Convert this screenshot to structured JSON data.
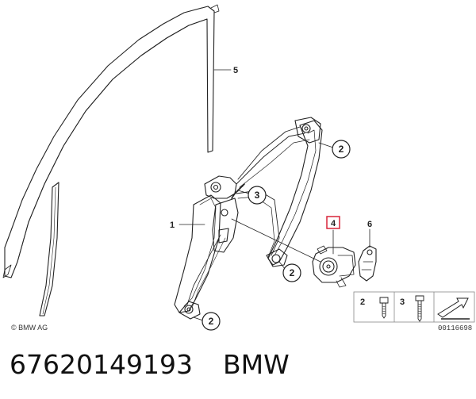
{
  "callouts": {
    "c1": "1",
    "c2a": "2",
    "c2b": "2",
    "c2c": "2",
    "c3": "3",
    "c4": "4",
    "c5": "5",
    "c6": "6",
    "legend2": "2",
    "legend3": "3"
  },
  "copyright": "© BMW AG",
  "drawing_number": "00116698",
  "caption": {
    "part_number": "67620149193",
    "brand": "BMW"
  },
  "colors": {
    "highlight": "#d8253a",
    "ink": "#222222"
  }
}
